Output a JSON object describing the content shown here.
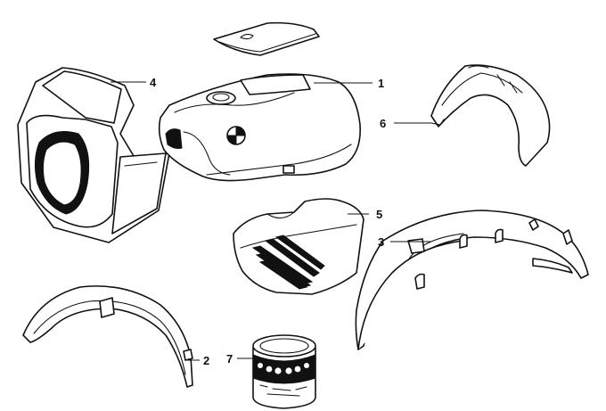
{
  "colors": {
    "line": "#111111",
    "background": "#ffffff"
  },
  "parts": [
    {
      "label": "1",
      "name": "fuel-tank"
    },
    {
      "label": "2",
      "name": "front-mudguard"
    },
    {
      "label": "3",
      "name": "rear-mudguard"
    },
    {
      "label": "4",
      "name": "headlight-fairing"
    },
    {
      "label": "5",
      "name": "side-cover"
    },
    {
      "label": "6",
      "name": "rear-tail-section"
    },
    {
      "label": "7",
      "name": "paint-can"
    }
  ]
}
